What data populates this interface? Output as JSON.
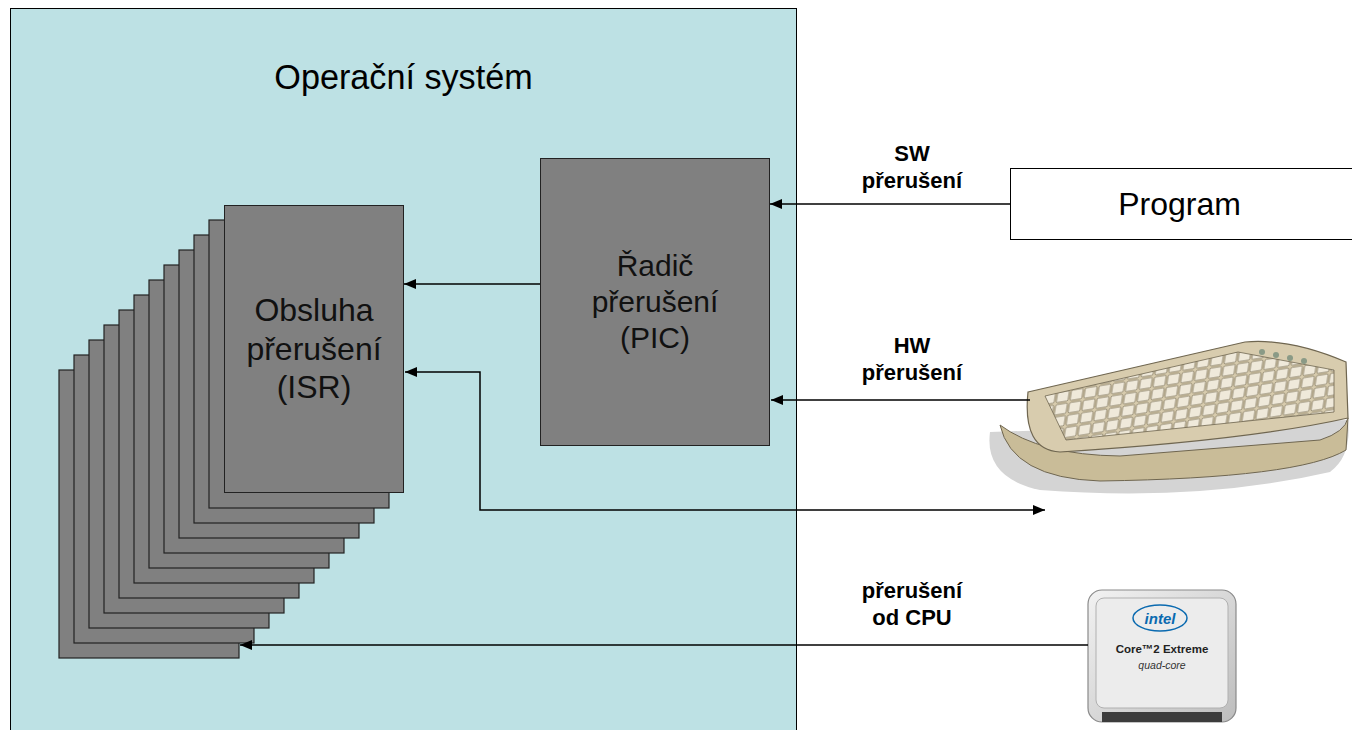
{
  "diagram": {
    "nodes": [
      {
        "text": [
          "Operační systém"
        ]
      },
      {
        "text": [
          "Řadič přerušení (PIC)"
        ],
        "in": 0
      },
      {
        "text": [
          "Obsluha přerušení (ISR)"
        ],
        "in": 0
      },
      {
        "text": [
          "Program"
        ]
      }
    ],
    "edges": [
      {
        "from": 3,
        "to": 1,
        "arrow": "to",
        "label": "SW přerušení"
      },
      {
        "from": 1,
        "to": 2,
        "arrow": "to"
      }
    ],
    "labels": [
      "HW přerušení",
      "přerušení od CPU",
      "intel",
      "Core™2 Extreme",
      "quad-core"
    ]
  }
}
